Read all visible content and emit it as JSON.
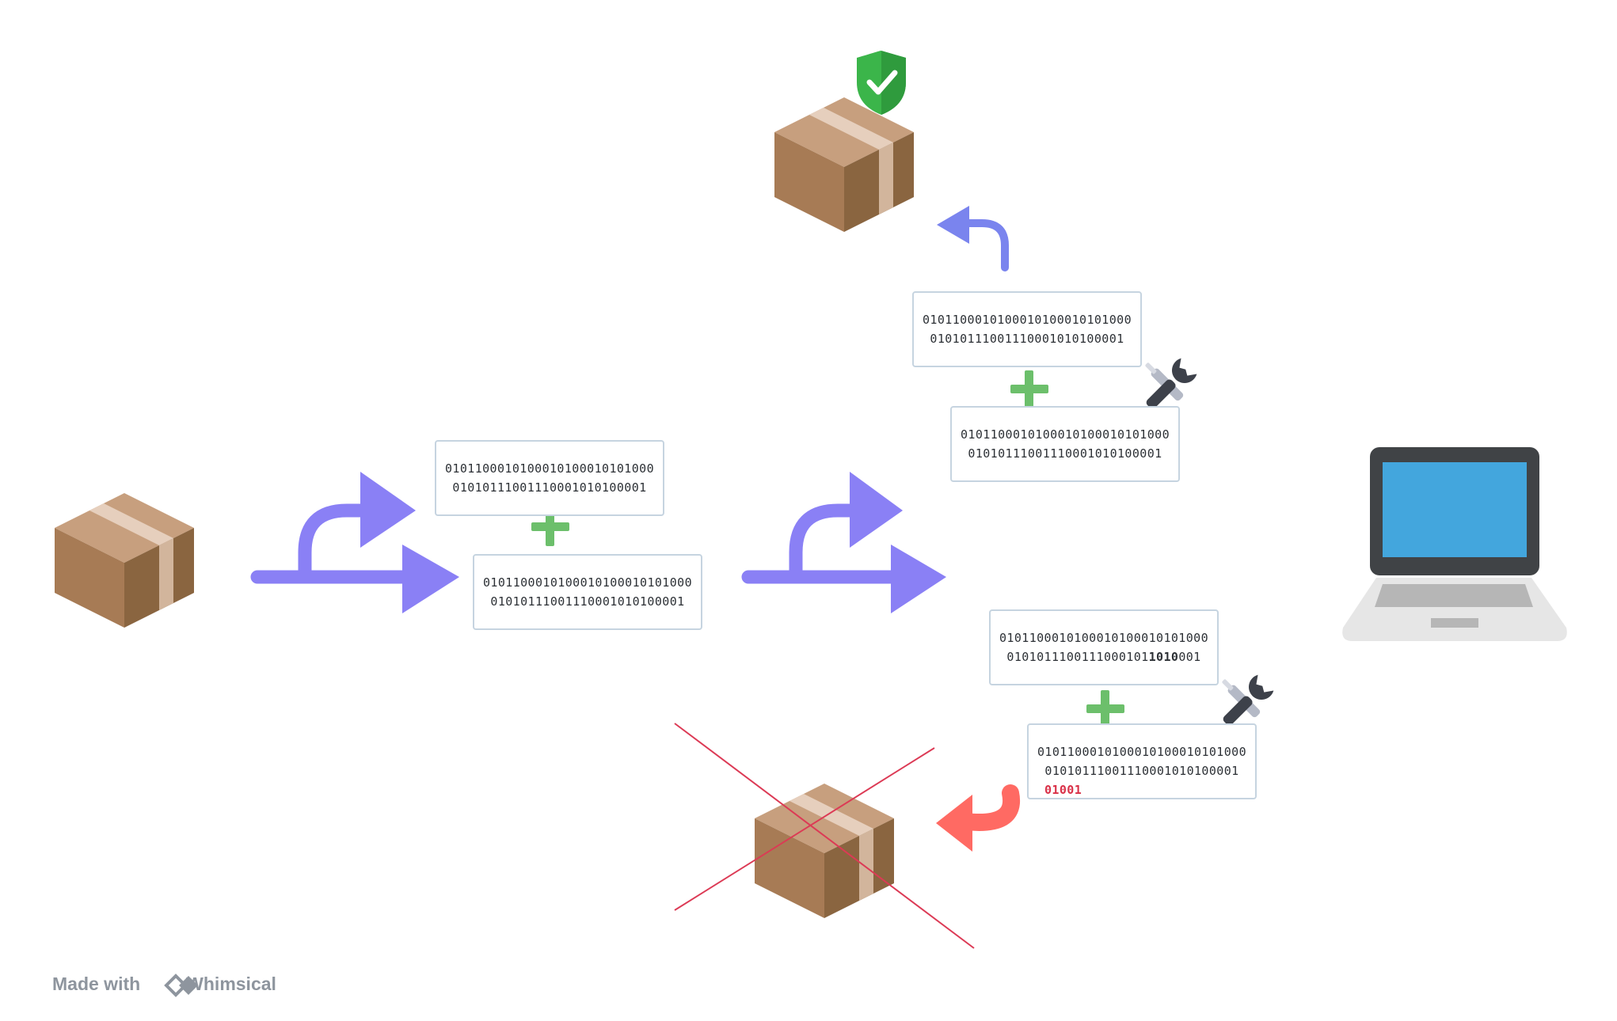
{
  "colors": {
    "arrow": "#8a80f5",
    "curved_arrow": "#7a84ee",
    "red_arrow": "#ff6a63",
    "plus": "#6cbf6b",
    "box_border": "#c6d4e0",
    "cross_line": "#dc3a55",
    "shield": "#3bb54a",
    "laptop_screen": "#43a6dd"
  },
  "icons": [
    "package-box-icon",
    "split-arrow-icon",
    "plus-icon",
    "wrench-screwdriver-icon",
    "shield-check-icon",
    "return-arrow-icon",
    "laptop-icon"
  ],
  "blocks": {
    "left_top": {
      "line1": "0101100010100010100010101000",
      "line2": "01010111001110001010100001"
    },
    "left_bottom": {
      "line1": "0101100010100010100010101000",
      "line2": "01010111001110001010100001"
    },
    "upper_top": {
      "line1": "0101100010100010100010101000",
      "line2": "01010111001110001010100001"
    },
    "upper_bottom": {
      "line1": "0101100010100010100010101000",
      "line2": "01010111001110001010100001"
    },
    "lower_top": {
      "line1": "0101100010100010100010101000",
      "line2_pre": "0101011100111000101",
      "line2_bold": "1010",
      "line2_post": "001"
    },
    "lower_bottom": {
      "line1": "0101100010100010100010101000",
      "line2": "01010111001110001010100001",
      "extra": "01001"
    }
  },
  "watermark": {
    "prefix": "Made with",
    "brand": "Whimsical"
  }
}
